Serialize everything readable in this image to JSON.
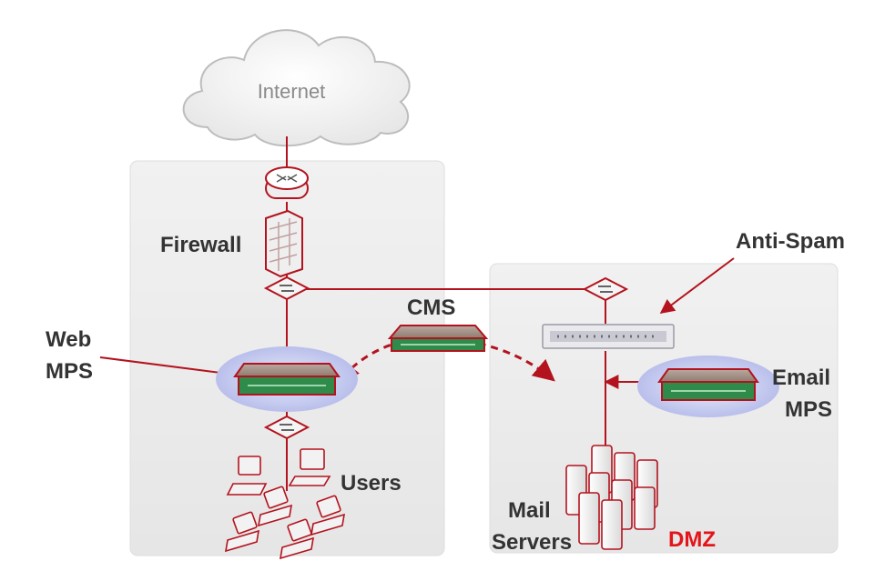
{
  "labels": {
    "internet": "Internet",
    "firewall": "Firewall",
    "web_mps_line1": "Web",
    "web_mps_line2": "MPS",
    "cms": "CMS",
    "anti_spam": "Anti-Spam",
    "email_mps_line1": "Email",
    "email_mps_line2": "MPS",
    "users": "Users",
    "mail_servers_line1": "Mail",
    "mail_servers_line2": "Servers",
    "dmz": "DMZ"
  },
  "colors": {
    "link_line": "#b3131e",
    "label_text": "#333333",
    "dmz_text": "#e3151a",
    "zone_panel": "#ececec",
    "mps_halo": "#c9cdf0"
  }
}
